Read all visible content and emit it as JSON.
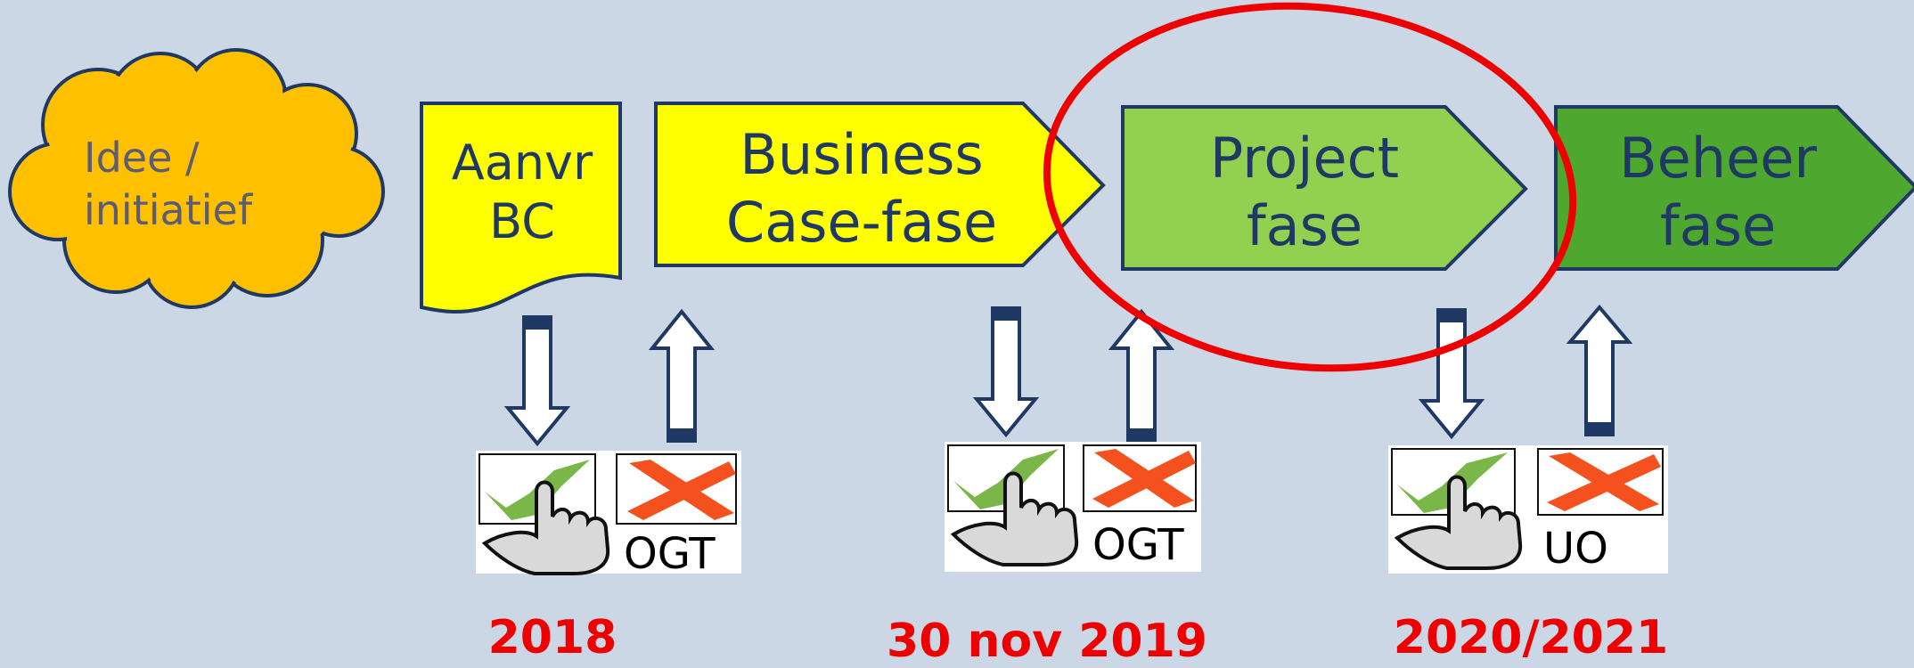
{
  "diagram": {
    "phases": [
      {
        "id": "idee",
        "lines": [
          "Idee /",
          "initiatief"
        ],
        "color": "#ffc000"
      },
      {
        "id": "aanvraag",
        "lines": [
          "Aanvr",
          "BC"
        ],
        "color": "#ffff00"
      },
      {
        "id": "business-case",
        "lines": [
          "Business",
          "Case-fase"
        ],
        "color": "#ffff00"
      },
      {
        "id": "project",
        "lines": [
          "Project",
          "fase"
        ],
        "color": "#92d050"
      },
      {
        "id": "beheer",
        "lines": [
          "Beheer",
          "fase"
        ],
        "color": "#4ea72e"
      }
    ],
    "decisions": [
      {
        "id": "1",
        "label": "OGT",
        "date": "2018"
      },
      {
        "id": "2",
        "label": "OGT",
        "date": "30 nov 2019"
      },
      {
        "id": "3",
        "label": "UO",
        "date": "2020/2021"
      }
    ],
    "highlight_color": "#ee0000",
    "outline_color": "#1f3864",
    "background_color": "#ccd7e6"
  }
}
